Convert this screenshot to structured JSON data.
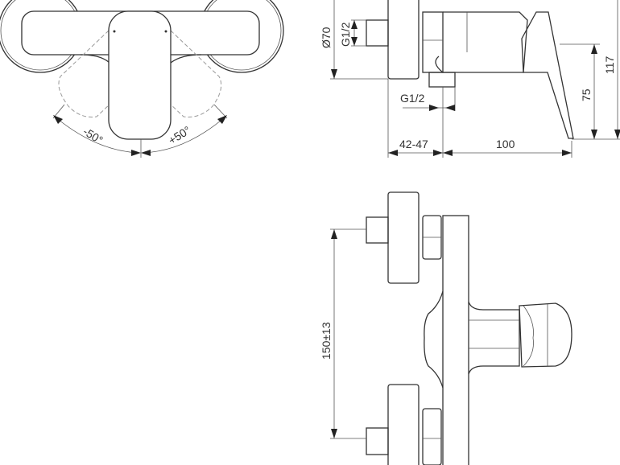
{
  "top_view": {
    "angle_left": "-50°",
    "angle_right": "+50°"
  },
  "side_view": {
    "plate_diameter": "Ø70",
    "inlet_thread": "G1/2",
    "outlet_thread": "G1/2",
    "wall_distance": "42-47",
    "projection": "100",
    "outlet_height": "75",
    "total_height": "117"
  },
  "front_view": {
    "inlet_spacing": "150±13"
  }
}
